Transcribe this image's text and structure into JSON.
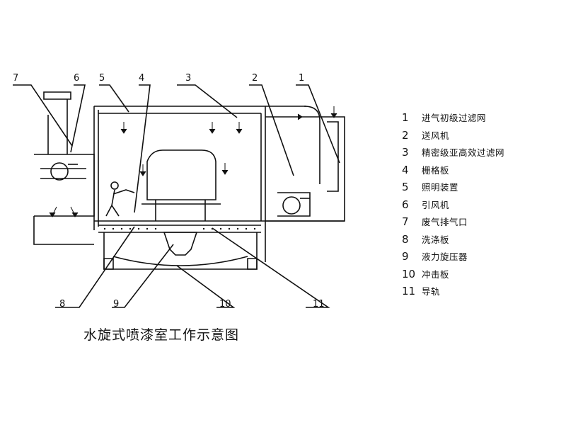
{
  "diagram": {
    "callouts": [
      {
        "num": "7"
      },
      {
        "num": "6"
      },
      {
        "num": "5"
      },
      {
        "num": "4"
      },
      {
        "num": "3"
      },
      {
        "num": "2"
      },
      {
        "num": "1"
      },
      {
        "num": "8"
      },
      {
        "num": "9"
      },
      {
        "num": "10"
      },
      {
        "num": "11"
      }
    ],
    "legend": [
      {
        "num": "1",
        "label": "进气初级过滤网"
      },
      {
        "num": "2",
        "label": "送风机"
      },
      {
        "num": "3",
        "label": "精密级亚高效过滤网"
      },
      {
        "num": "4",
        "label": "栅格板"
      },
      {
        "num": "5",
        "label": "照明装置"
      },
      {
        "num": "6",
        "label": "引风机"
      },
      {
        "num": "7",
        "label": "废气排气口"
      },
      {
        "num": "8",
        "label": "洗涤板"
      },
      {
        "num": "9",
        "label": "液力旋压器"
      },
      {
        "num": "10",
        "label": "冲击板"
      },
      {
        "num": "11",
        "label": "导轨"
      }
    ],
    "caption": "水旋式喷漆室工作示意图"
  }
}
